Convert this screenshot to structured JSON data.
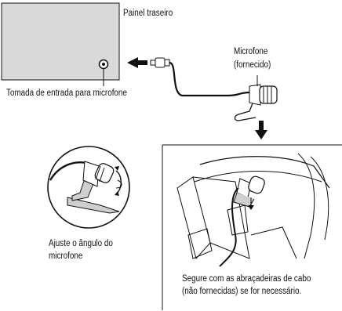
{
  "labels": {
    "rear_panel": "Painel traseiro",
    "microphone": "Microfone",
    "microphone_supplied": "(fornecido)",
    "mic_input_jack": "Tomada de entrada para microfone",
    "adjust_angle_line1": "Ajuste o ângulo do",
    "adjust_angle_line2": "microfone",
    "secure_line1": "Segure com as abraçadeiras de cabo",
    "secure_line2": "(não fornecidas) se for necessário."
  },
  "colors": {
    "panel_fill": "#d9d9d9",
    "line": "#111111",
    "arrow": "#111111"
  },
  "icons": [
    "input-jack-icon",
    "connection-arrow-icon",
    "down-arrow-icon",
    "rotate-arrow-icon"
  ]
}
